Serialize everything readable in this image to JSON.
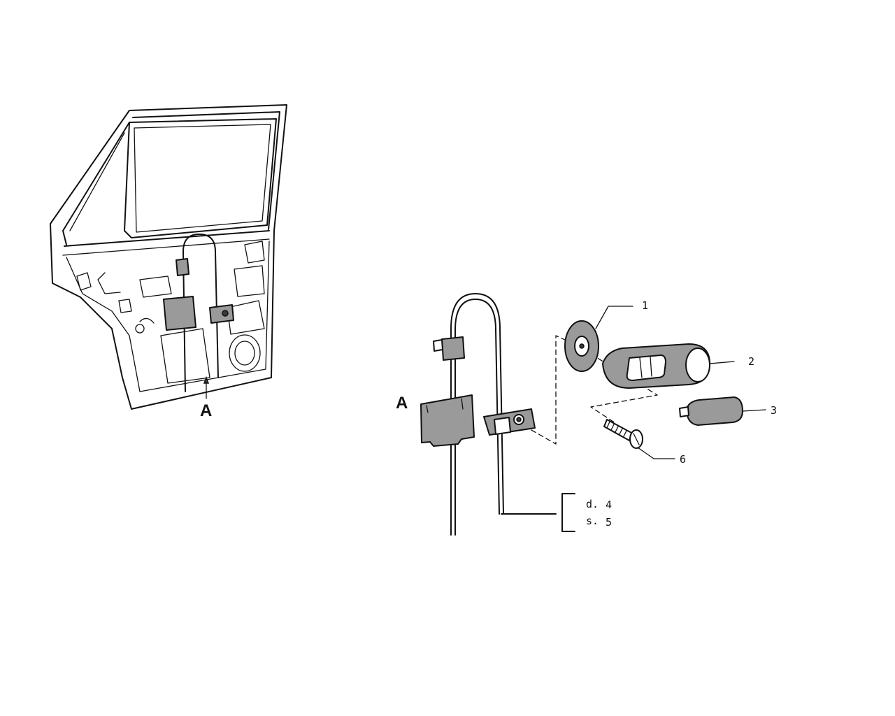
{
  "callouts": {
    "part_1": "1",
    "part_2": "2",
    "part_3": "3",
    "part_6": "6",
    "part_4": "4",
    "part_5": "5",
    "side_d": "d.",
    "side_s": "s."
  },
  "detail_marker": {
    "door_view": "A",
    "exploded_view": "A"
  }
}
